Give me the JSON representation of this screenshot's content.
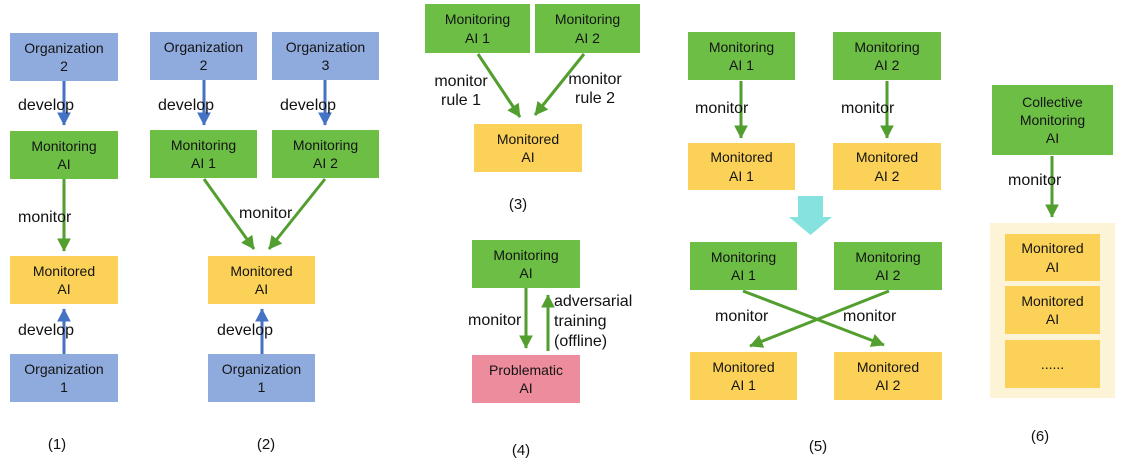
{
  "colors": {
    "organization_box": "#8FAADC",
    "monitoring_box": "#6CBE45",
    "monitored_box": "#FBD157",
    "problematic_box": "#EC8C9C",
    "collective_container": "#FDF3D6",
    "develop_arrow": "#4472C4",
    "monitor_arrow": "#529E2F",
    "transition_arrow": "#86E2DE"
  },
  "d1": {
    "caption": "(1)",
    "org2": "Organization\n2",
    "develop_top": "develop",
    "monitoring": "Monitoring\nAI",
    "monitor": "monitor",
    "monitored": "Monitored\nAI",
    "develop_bottom": "develop",
    "org1": "Organization\n1"
  },
  "d2": {
    "caption": "(2)",
    "org2": "Organization\n2",
    "org3": "Organization\n3",
    "develop_left": "develop",
    "develop_right": "develop",
    "monitoring1": "Monitoring\nAI 1",
    "monitoring2": "Monitoring\nAI 2",
    "monitor": "monitor",
    "monitored": "Monitored\nAI",
    "develop_bottom": "develop",
    "org1": "Organization\n1"
  },
  "d3": {
    "caption": "(3)",
    "monitoring1": "Monitoring\nAI 1",
    "monitoring2": "Monitoring\nAI 2",
    "rule1": "monitor\nrule 1",
    "rule2": "monitor\nrule 2",
    "monitored": "Monitored\nAI"
  },
  "d4": {
    "caption": "(4)",
    "monitoring": "Monitoring\nAI",
    "monitor": "monitor",
    "adversarial": "adversarial\ntraining\n(offline)",
    "problematic": "Problematic\nAI"
  },
  "d5": {
    "caption": "(5)",
    "top": {
      "monitoring1": "Monitoring\nAI 1",
      "monitoring2": "Monitoring\nAI 2",
      "monitor_left": "monitor",
      "monitor_right": "monitor",
      "monitored1": "Monitored\nAI 1",
      "monitored2": "Monitored\nAI 2"
    },
    "bottom": {
      "monitoring1": "Monitoring\nAI 1",
      "monitoring2": "Monitoring\nAI 2",
      "monitor_left": "monitor",
      "monitor_right": "monitor",
      "monitored1": "Monitored\nAI 1",
      "monitored2": "Monitored\nAI 2"
    }
  },
  "d6": {
    "caption": "(6)",
    "collective": "Collective\nMonitoring\nAI",
    "monitor": "monitor",
    "monitored_a": "Monitored\nAI",
    "monitored_b": "Monitored\nAI",
    "ellipsis": "......"
  }
}
